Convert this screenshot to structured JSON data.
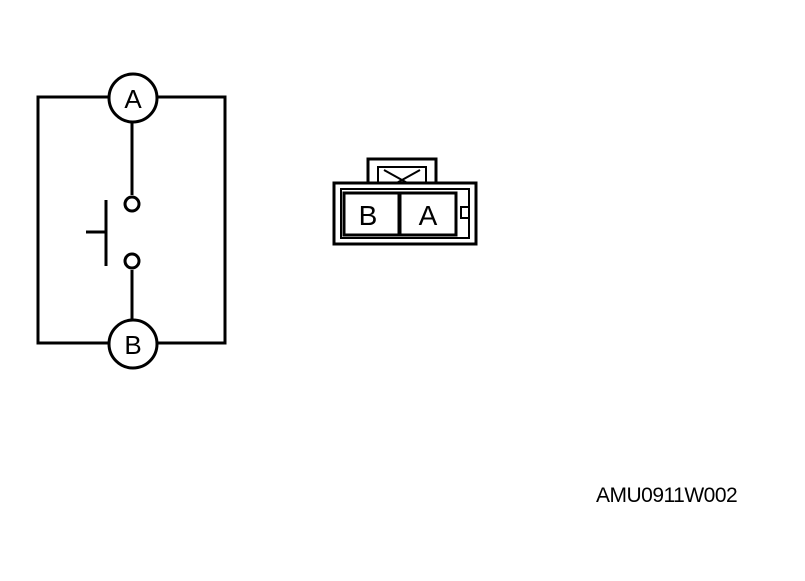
{
  "switch_circuit": {
    "terminal_top": "A",
    "terminal_bottom": "B"
  },
  "connector": {
    "cavity_left": "B",
    "cavity_right": "A"
  },
  "reference_code": "AMU0911W002"
}
